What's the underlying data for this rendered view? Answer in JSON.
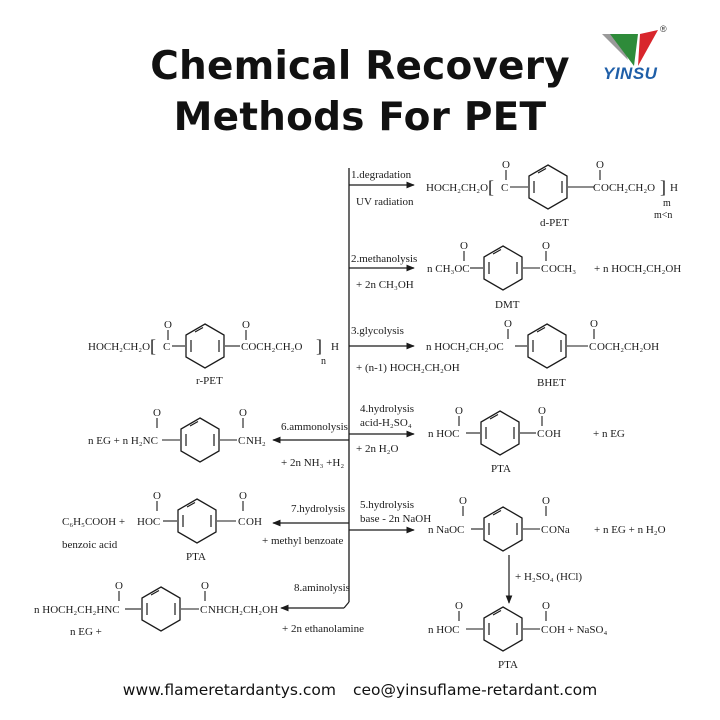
{
  "title": {
    "line1": "Chemical Recovery",
    "line2": "Methods For PET"
  },
  "brand": {
    "name": "YINSU",
    "reg_mark": "®",
    "colors": {
      "green": "#2e8b3a",
      "red": "#d8262c",
      "blue": "#1f5fa8",
      "gray": "#9a9a9a"
    }
  },
  "footer": {
    "website": "www.flameretardantys.com",
    "email": "ceo@yinsuflame-retardant.com"
  },
  "reactant": {
    "formula_left": "HOCH₂CH₂O",
    "formula_right": "COCH₂CH₂O",
    "end_group": "H",
    "subscript": "n",
    "name": "r-PET"
  },
  "routes": [
    {
      "step": "1.degradation",
      "condition": "UV radiation",
      "product_left": "HOCH₂CH₂O",
      "product_right": "OCH₂CH₂O",
      "end_group": "H",
      "subscript": "m",
      "note": "m<n",
      "product_name": "d-PET"
    },
    {
      "step": "2.methanolysis",
      "condition": "+ 2n CH₃OH",
      "product_left": "n CH₃OC",
      "product_right": "OCH₃",
      "byproduct": "+ n HOCH₂CH₂OH",
      "product_name": "DMT"
    },
    {
      "step": "3.glycolysis",
      "condition": "+ (n-1) HOCH₂CH₂OH",
      "product_left": "n HOCH₂CH₂OC",
      "product_right": "OCH₂CH₂OH",
      "product_name": "BHET"
    },
    {
      "step": "4.hydrolysis",
      "step_detail": "acid-H₂SO₄",
      "condition": "+ 2n H₂O",
      "product_left": "n HOC",
      "product_right": "OH",
      "byproduct": "+ n EG",
      "product_name": "PTA"
    },
    {
      "step": "5.hydrolysis",
      "step_detail": "base - 2n NaOH",
      "product_left": "n NaOC",
      "product_right": "ONa",
      "byproduct": "+ n EG + n H₂O",
      "acidify": "+ H₂SO₄ (HCl)",
      "final_left": "n HOC",
      "final_right": "OH + NaSO₄",
      "final_name": "PTA"
    },
    {
      "step": "6.ammonolysis",
      "condition": "+ 2n NH₃ +H₂",
      "product_left": "n EG +  n H₂NC",
      "product_right": "NH₂"
    },
    {
      "step": "7.hydrolysis",
      "condition": "+  methyl benzoate",
      "product_left": "HOC",
      "product_right": "OH",
      "extra1": "C₆H₅COOH +",
      "extra2": "benzoic acid",
      "product_name": "PTA"
    },
    {
      "step": "8.aminolysis",
      "condition": "+ 2n ethanolamine",
      "product_left": "n HOCH₂CH₂HNC",
      "product_right": "NHCH₂CH₂OH",
      "extra1": "n EG +"
    }
  ],
  "atoms": {
    "carbonyl_o": "O",
    "carbon": "C"
  }
}
